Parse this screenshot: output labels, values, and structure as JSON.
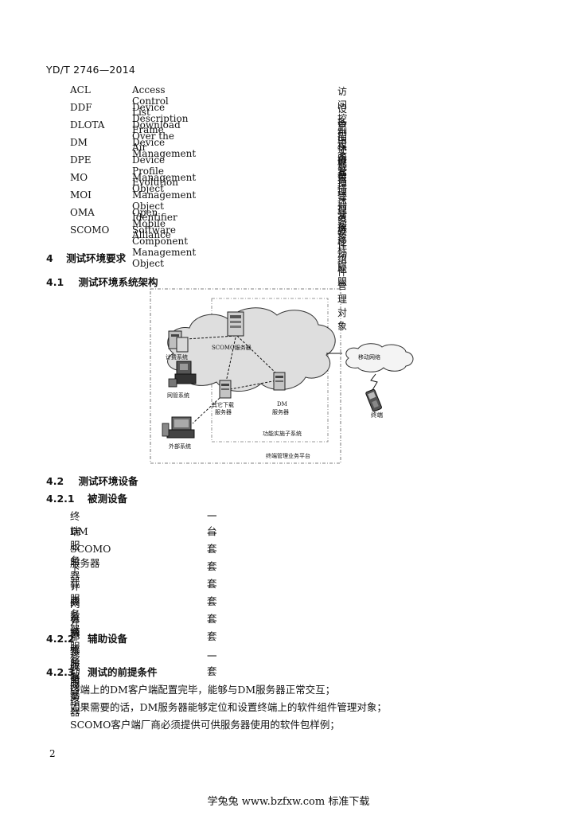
{
  "header": {
    "std_id": "YD/T 2746—2014"
  },
  "abbreviations": [
    {
      "abbr": "ACL",
      "full": "Access Control List",
      "cn": "访问控制权限"
    },
    {
      "abbr": "DDF",
      "full": "Device Description Frame",
      "cn": "设备描述框架"
    },
    {
      "abbr": "DLOTA",
      "full": "Download Over the Air",
      "cn": "空中下载"
    },
    {
      "abbr": "DM",
      "full": "Device Management",
      "cn": "设备管理"
    },
    {
      "abbr": "DPE",
      "full": "Device Profile Evolution",
      "cn": "设备描述演进"
    },
    {
      "abbr": "MO",
      "full": "Management Object",
      "cn": "管理对象"
    },
    {
      "abbr": "MOI",
      "full": "Management Object Identifier",
      "cn": "管理对象标识"
    },
    {
      "abbr": "OMA",
      "full": "Open Mobile Alliance",
      "cn": "开放移动联盟"
    },
    {
      "abbr": "SCOMO",
      "full": "Software Component Management Object",
      "cn": "软件组件管理对象"
    }
  ],
  "sections": {
    "s4": {
      "num": "4",
      "title": "测试环境要求"
    },
    "s41": {
      "num": "4.1",
      "title": "测试环境系统架构"
    },
    "s42": {
      "num": "4.2",
      "title": "测试环境设备"
    },
    "s421": {
      "num": "4.2.1",
      "title": "被测设备"
    },
    "s422": {
      "num": "4.2.2",
      "title": "辅助设备"
    },
    "s423": {
      "num": "4.2.3",
      "title": "测试的前提条件"
    }
  },
  "diagram": {
    "scomo_server": "SCOMO服务器",
    "billing": "计费系统",
    "nms": "网管系统",
    "other_download_1": "其它下载",
    "other_download_2": "服务器",
    "dm_server_1": "DM",
    "dm_server_2": "服务器",
    "external": "外部系统",
    "subsystem": "功能实施子系统",
    "platform": "终端管理业务平台",
    "mobile_net": "移动网络",
    "terminal": "终端"
  },
  "devices_under_test": [
    {
      "name": "终端",
      "qty": "一台"
    },
    {
      "name": "DM服务器",
      "qty": "一套"
    },
    {
      "name": "SCOMO服务器",
      "qty": "一套"
    },
    {
      "name": "下载服务器",
      "qty": "一套"
    },
    {
      "name": "计费系统服务器",
      "qty": "一套"
    },
    {
      "name": "网管系统服务器",
      "qty": "一套"
    },
    {
      "name": "外部系统服务器",
      "qty": "一套"
    }
  ],
  "aux_devices": [
    {
      "name": "移动网络",
      "qty": "一套"
    }
  ],
  "preconditions": [
    "终端上的DM客户端配置完毕，能够与DM服务器正常交互；",
    "如果需要的话，DM服务器能够定位和设置终端上的软件组件管理对象；",
    "SCOMO客户端厂商必须提供可供服务器使用的软件包样例；"
  ],
  "page_number": "2",
  "footer": "学兔兔 www.bzfxw.com 标准下载"
}
